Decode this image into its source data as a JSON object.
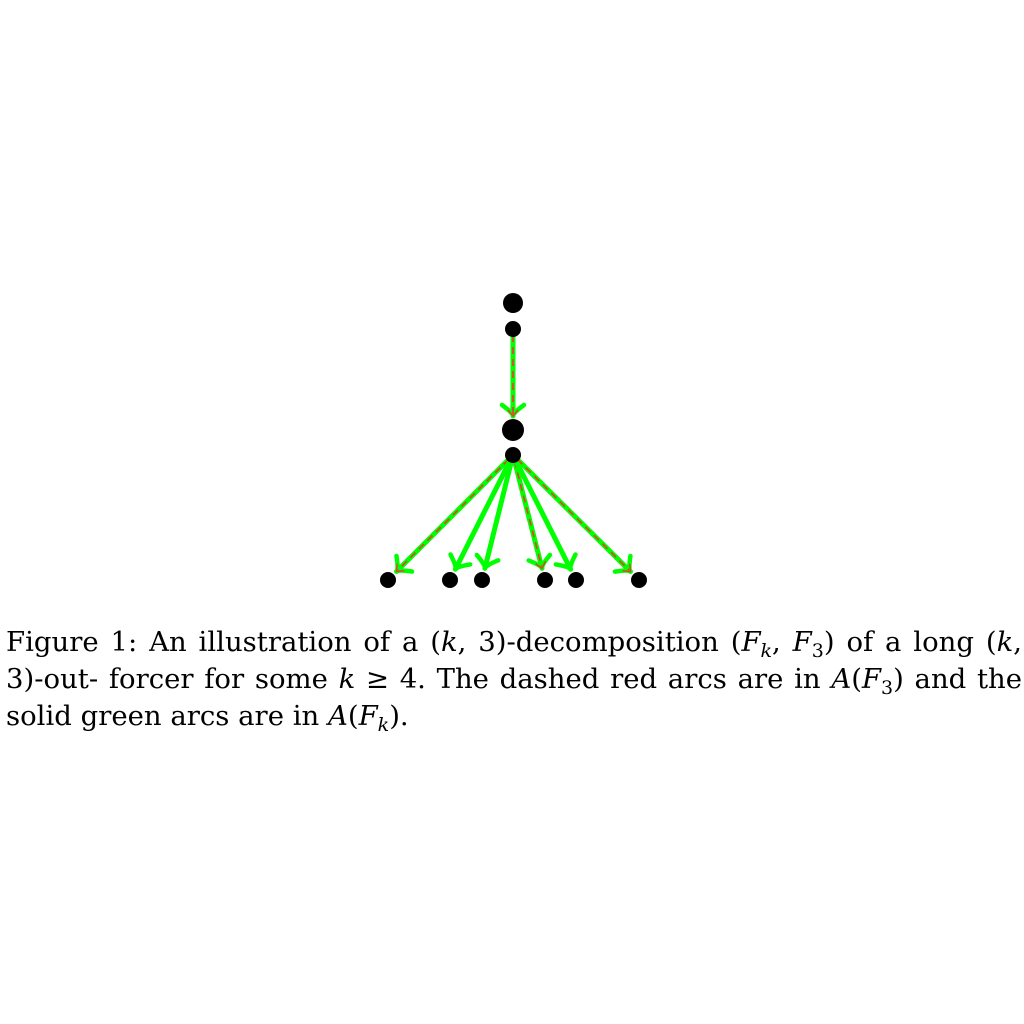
{
  "figure": {
    "colors": {
      "vertex": "#000000",
      "solid_arc": "#00ff00",
      "dashed_arc": "#e8402a"
    },
    "arc_legend": {
      "dashed": "red arcs in A(F3)",
      "solid": "green arcs in A(Fk)"
    }
  },
  "caption": {
    "label": "Figure 1:",
    "p1": "An illustration of a (",
    "k1": "k",
    "p2": ", 3)-decomposition (",
    "F1": "F",
    "s1": "k",
    "p3": ", ",
    "F2": "F",
    "s2": "3",
    "p4": ") of a long (",
    "k2": "k",
    "p5": ", 3)-out- forcer for some ",
    "k3": "k",
    "p6": " ≥ 4. The dashed red arcs are in ",
    "A1": "A",
    "p7": "(",
    "F3": "F",
    "s3": "3",
    "p8": ") and the solid green arcs are in ",
    "A2": "A",
    "p9": "(",
    "F4": "F",
    "s4": "k",
    "p10": ")."
  }
}
